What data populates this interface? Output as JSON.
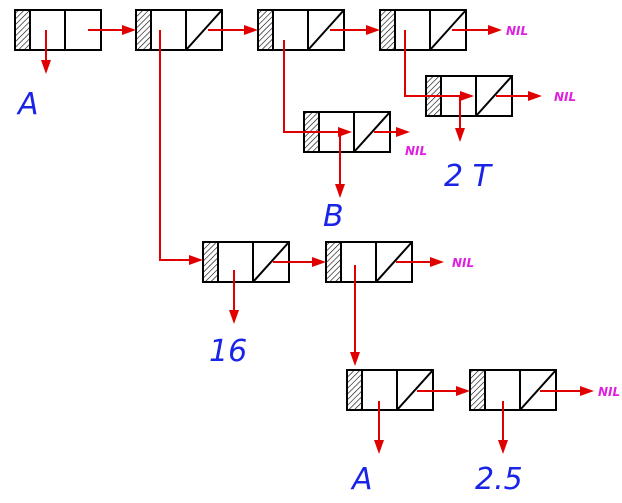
{
  "diagram": {
    "nil_label": "NIL",
    "leaves": {
      "a_top": "A",
      "b": "B",
      "two_t": "2 T",
      "sixteen": "16",
      "a_bottom": "A",
      "two_point_five": "2.5"
    },
    "colors": {
      "pointer": "#e00000",
      "atom_text": "#1a24e6",
      "nil_text": "#e020e0",
      "cell_border": "#000000"
    },
    "node_type": "cons cell with hatched tag field"
  }
}
